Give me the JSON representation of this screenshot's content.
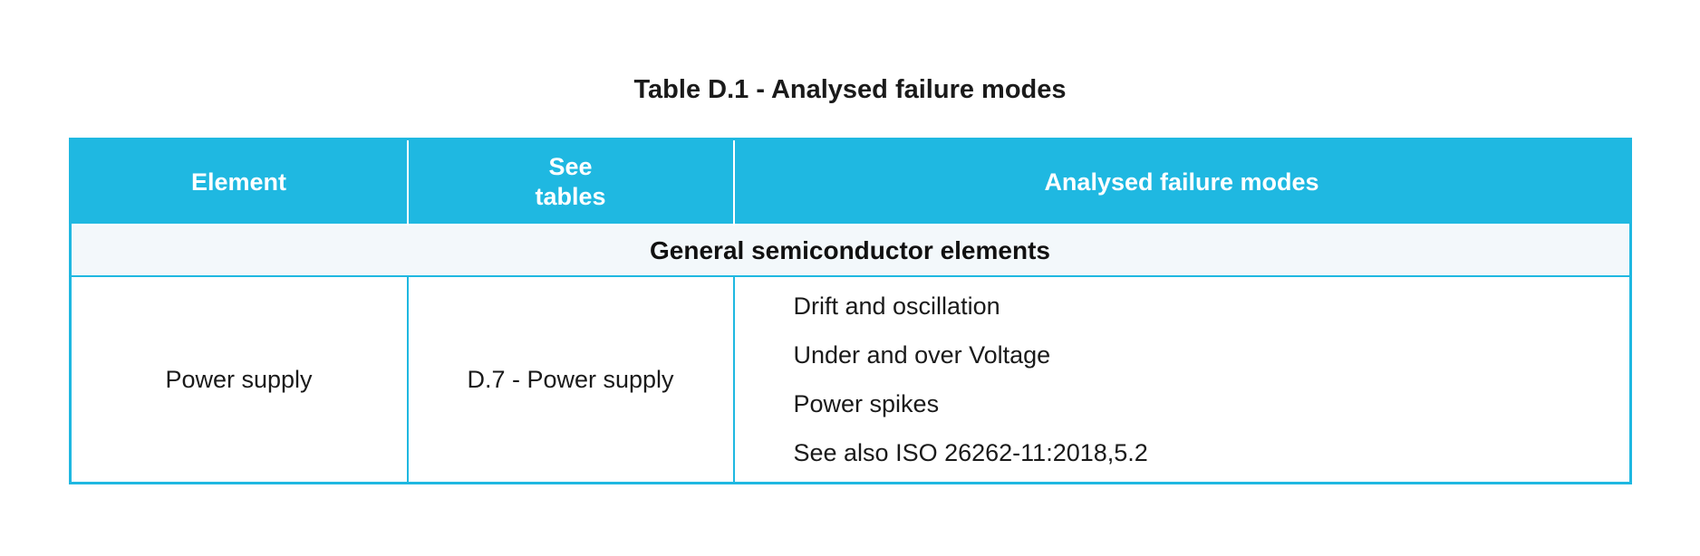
{
  "colors": {
    "accent": "#1FB8E1",
    "section_bg": "#F3F8FB",
    "header_text": "#ffffff",
    "body_text": "#1a1a1a"
  },
  "title": "Table D.1 - Analysed failure modes",
  "table": {
    "columns": [
      {
        "label": "Element"
      },
      {
        "label": "See\ntables"
      },
      {
        "label": "Analysed failure modes"
      }
    ],
    "section_header": "General semiconductor elements",
    "rows": [
      {
        "element": "Power supply",
        "see_tables": "D.7 - Power supply",
        "failure_modes": [
          "Drift and oscillation",
          "Under and over Voltage",
          "Power spikes",
          "See also ISO 26262-11:2018,5.2"
        ]
      }
    ]
  }
}
